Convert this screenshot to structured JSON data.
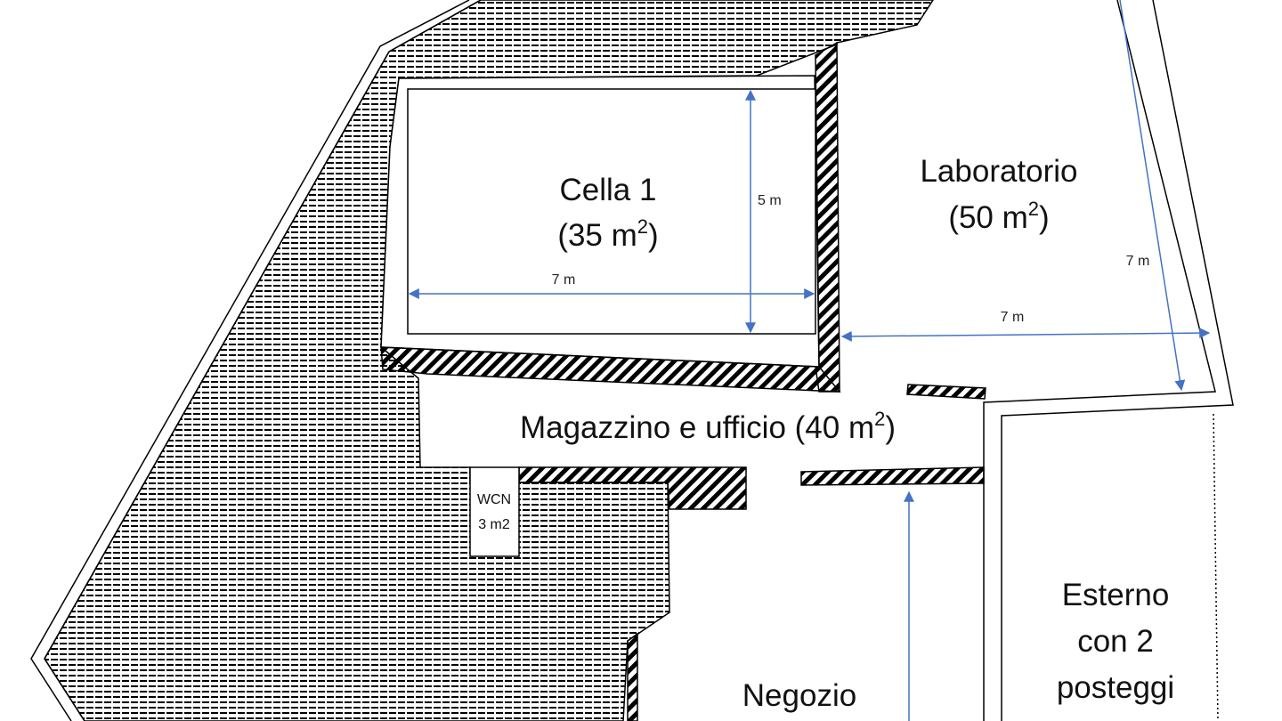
{
  "rooms": {
    "cella": {
      "name": "Cella 1",
      "area_prefix": "(35 m",
      "sup": "2",
      "area_suffix": ")"
    },
    "laboratorio": {
      "name": "Laboratorio",
      "area_prefix": "(50 m",
      "sup": "2",
      "area_suffix": ")"
    },
    "magazzino": {
      "name_prefix": "Magazzino e ufficio (40 m",
      "sup": "2",
      "name_suffix": ")"
    },
    "wcn": {
      "line1": "WCN",
      "line2": "3 m2"
    },
    "negozio": {
      "name": "Negozio"
    },
    "esterno": {
      "line1": "Esterno",
      "line2": "con 2",
      "line3": "posteggi"
    }
  },
  "dimensions": {
    "cella_height": "5 m",
    "cella_width": "7 m",
    "lab_width": "7 m",
    "lab_depth": "7 m"
  },
  "colors": {
    "dimension_arrow": "#4472c4",
    "wall": "#000000"
  }
}
